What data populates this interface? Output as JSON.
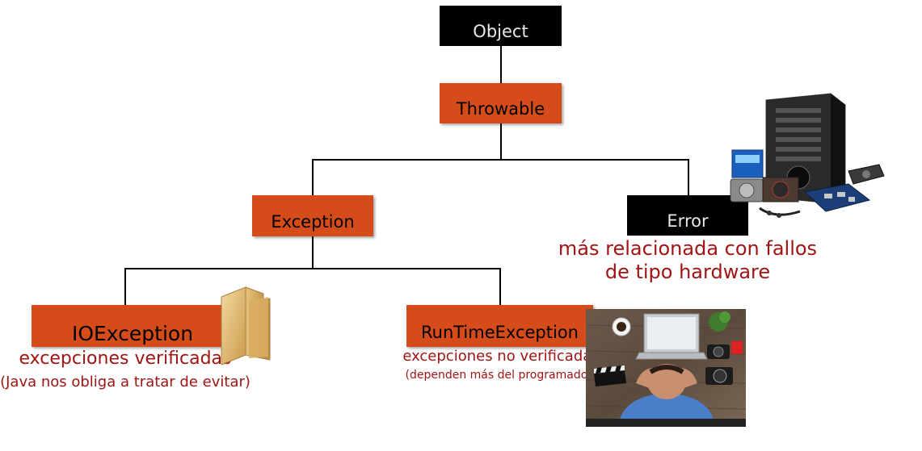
{
  "nodes": {
    "object": "Object",
    "throwable": "Throwable",
    "exception": "Exception",
    "error": "Error",
    "ioexception": "IOException",
    "runtimeexception": "RunTimeException"
  },
  "notes": {
    "error_line1": "más relacionada con fallos",
    "error_line2": "de tipo hardware",
    "io_line1": "excepciones verificadas",
    "io_line2": "(Java nos obliga a tratar de evitar)",
    "rt_line1": "excepciones no verificadas",
    "rt_line2": "(dependen más del programador)"
  },
  "colors": {
    "dark_node": "#000000",
    "orange_node": "#d54b1a",
    "note_text": "#a01414"
  },
  "icons": {
    "hardware": "computer-hardware-icon",
    "folder": "folder-icon",
    "programmer": "stressed-programmer-icon"
  }
}
